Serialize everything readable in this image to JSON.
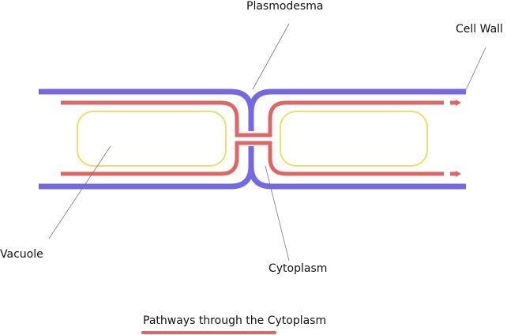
{
  "labels": {
    "plasmodesma": "Plasmodesma",
    "cell_wall": "Cell Wall",
    "vacuole": "Vacuole",
    "cytoplasm": "Cytoplasm"
  },
  "legend": {
    "pathway": "Pathways through the Cytoplasm"
  },
  "colors": {
    "cell_wall": "#7468e4",
    "pathway": "#e06666",
    "vacuole": "#ece06c",
    "leader": "#777777"
  }
}
